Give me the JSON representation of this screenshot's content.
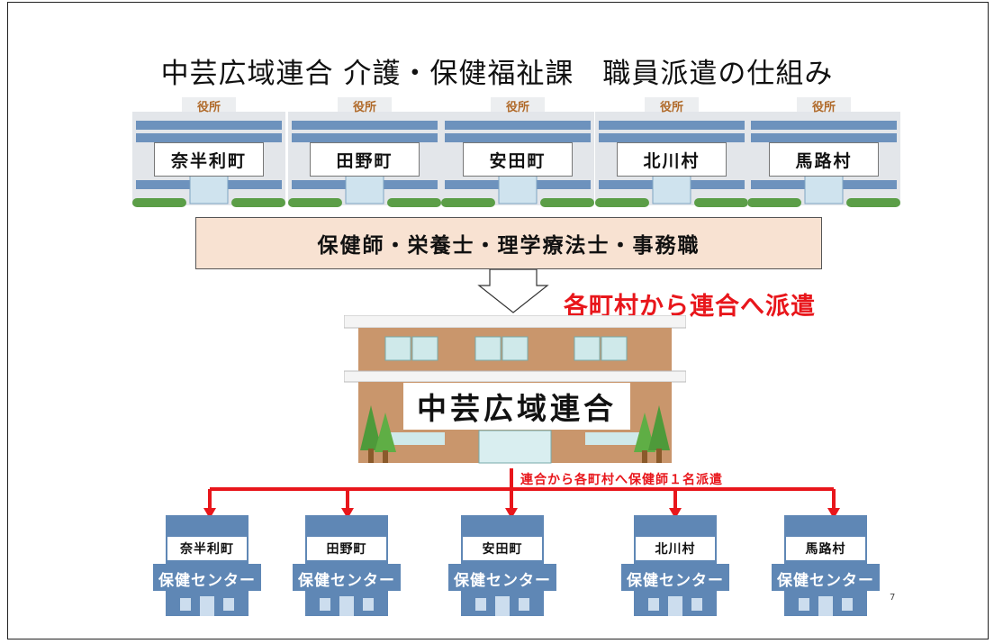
{
  "title": "中芸広域連合 介護・保健福祉課　職員派遣の仕組み",
  "municipalities": [
    {
      "name": "奈半利町",
      "sign": "役所"
    },
    {
      "name": "田野町",
      "sign": "役所"
    },
    {
      "name": "安田町",
      "sign": "役所"
    },
    {
      "name": "北川村",
      "sign": "役所"
    },
    {
      "name": "馬路村",
      "sign": "役所"
    }
  ],
  "staff_banner": "保健師・栄養士・理学療法士・事務職",
  "dispatch_to_union": "各町村から連合へ派遣",
  "union_name": "中芸広域連合",
  "dispatch_to_towns": "連合から各町村へ保健師１名派遣",
  "health_centers": [
    {
      "name": "奈半利町",
      "sign": "保健センター"
    },
    {
      "name": "田野町",
      "sign": "保健センター"
    },
    {
      "name": "安田町",
      "sign": "保健センター"
    },
    {
      "name": "北川村",
      "sign": "保健センター"
    },
    {
      "name": "馬路村",
      "sign": "保健センター"
    }
  ],
  "page_number": "7",
  "colors": {
    "accent_red": "#e8161b",
    "banner_fill": "#f8e2d2",
    "building_blue": "#5f87b5",
    "union_brown": "#c9966c"
  }
}
